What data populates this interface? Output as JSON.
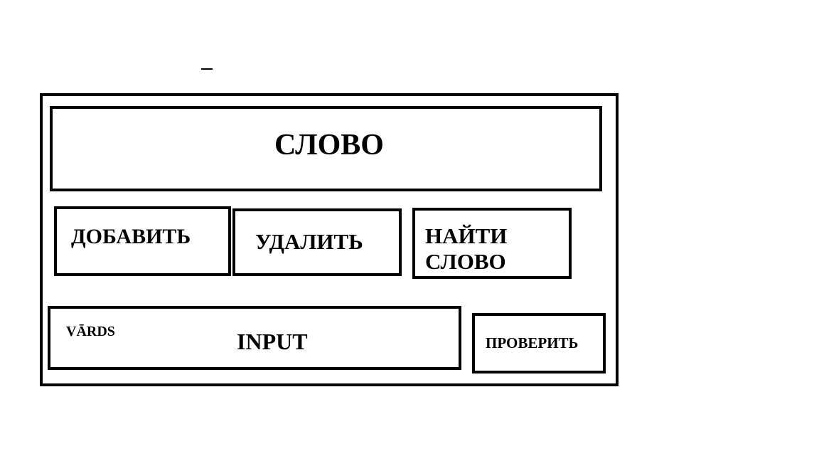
{
  "decor": {
    "dash": "_"
  },
  "word_display": {
    "text": "СЛОВО"
  },
  "buttons": {
    "add": "ДОБАВИТЬ",
    "delete": "УДАЛИТЬ",
    "find_line1": "НАЙТИ",
    "find_line2": "СЛОВО",
    "check": "ПРОВЕРИТЬ"
  },
  "input": {
    "label": "VĀRDS",
    "value": "INPUT"
  }
}
